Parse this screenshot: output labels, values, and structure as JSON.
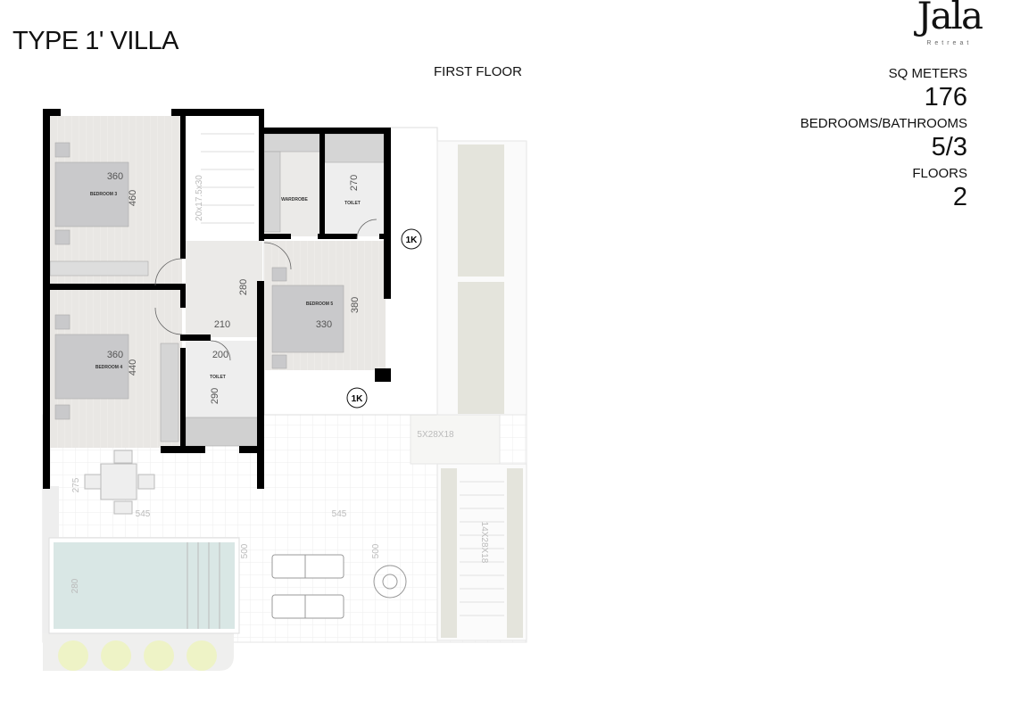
{
  "header": {
    "title": "TYPE 1' VILLA",
    "floor_label": "FIRST FLOOR"
  },
  "logo": {
    "name": "Jala",
    "tagline": "Retreat"
  },
  "info": [
    {
      "label": "SQ METERS",
      "value": "176"
    },
    {
      "label": "BEDROOMS/BATHROOMS",
      "value": "5/3"
    },
    {
      "label": "FLOORS",
      "value": "2"
    }
  ],
  "plan": {
    "rooms": {
      "bedroom3": "BEDROOM 3",
      "bedroom4": "BEDROOM 4",
      "bedroom5": "BEDROOM 5",
      "wardrobe": "WARDROBE",
      "toilet1": "TOILET",
      "toilet2": "TOILET"
    },
    "dimensions": {
      "bed3_w": "360",
      "bed3_h": "460",
      "bed4_w": "360",
      "bed4_h": "440",
      "corr_w": "210",
      "corr_h": "280",
      "toilet2_w": "200",
      "toilet2_h": "290",
      "toilet1_h": "270",
      "bed5_w": "330",
      "bed5_h": "380",
      "stair": "20x17.5x30",
      "patio_w1": "545",
      "patio_w2": "545",
      "patio_h1": "500",
      "patio_h2": "500",
      "dining_h": "275",
      "pool_h": "280",
      "ext_stair1": "5X28X18",
      "ext_stair2": "14X28X18"
    },
    "markers": [
      "1K",
      "1K"
    ]
  },
  "colors": {
    "wall": "#000000",
    "floor": "#e9e7e4",
    "furniture": "#c9c9cb",
    "pool": "#d9e7e5",
    "planter": "#e4e4dc",
    "shrub": "#eef3c6"
  }
}
